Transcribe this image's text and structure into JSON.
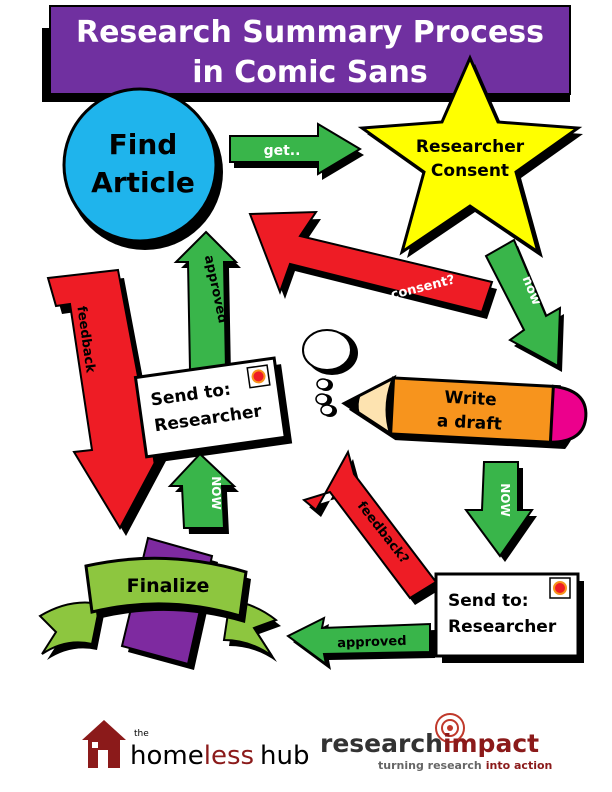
{
  "title": {
    "line1": "Research Summary Process",
    "line2": "in Comic Sans"
  },
  "nodes": {
    "find_article": {
      "line1": "Find",
      "line2": "Article"
    },
    "researcher_consent": {
      "line1": "Researcher",
      "line2": "Consent"
    },
    "write_draft": {
      "line1": "Write",
      "line2": "a draft"
    },
    "send_to_left": {
      "line1": "Send to:",
      "line2": "Researcher"
    },
    "send_to_right": {
      "line1": "Send to:",
      "line2": "Researcher"
    },
    "finalize": {
      "label": "Finalize"
    }
  },
  "arrows": {
    "get": "get..",
    "no_consent": "No consent?",
    "now_top": "now",
    "approved_left": "approved",
    "feedback_left": "feedback",
    "now_left": "NOW",
    "now_right": "NOW",
    "feedback_right": "feedback?",
    "approved_bottom": "approved"
  },
  "logos": {
    "homeless_hub": {
      "the": "the",
      "home": "home",
      "less": "less",
      "hub": "hub"
    },
    "research_impact": {
      "research": "research",
      "impact": "impact",
      "tagline_a": "turning research",
      "tagline_b": "into action"
    }
  },
  "colors": {
    "title_band": "#7030a0",
    "circle": "#1fb4ec",
    "star": "#ffff00",
    "red_arrow": "#ee1c25",
    "green_arrow": "#39b54a",
    "pencil_body": "#f7941d",
    "pencil_eraser": "#ec008c",
    "ribbon_green": "#8dc63f",
    "ribbon_purple": "#7e2aa0"
  }
}
